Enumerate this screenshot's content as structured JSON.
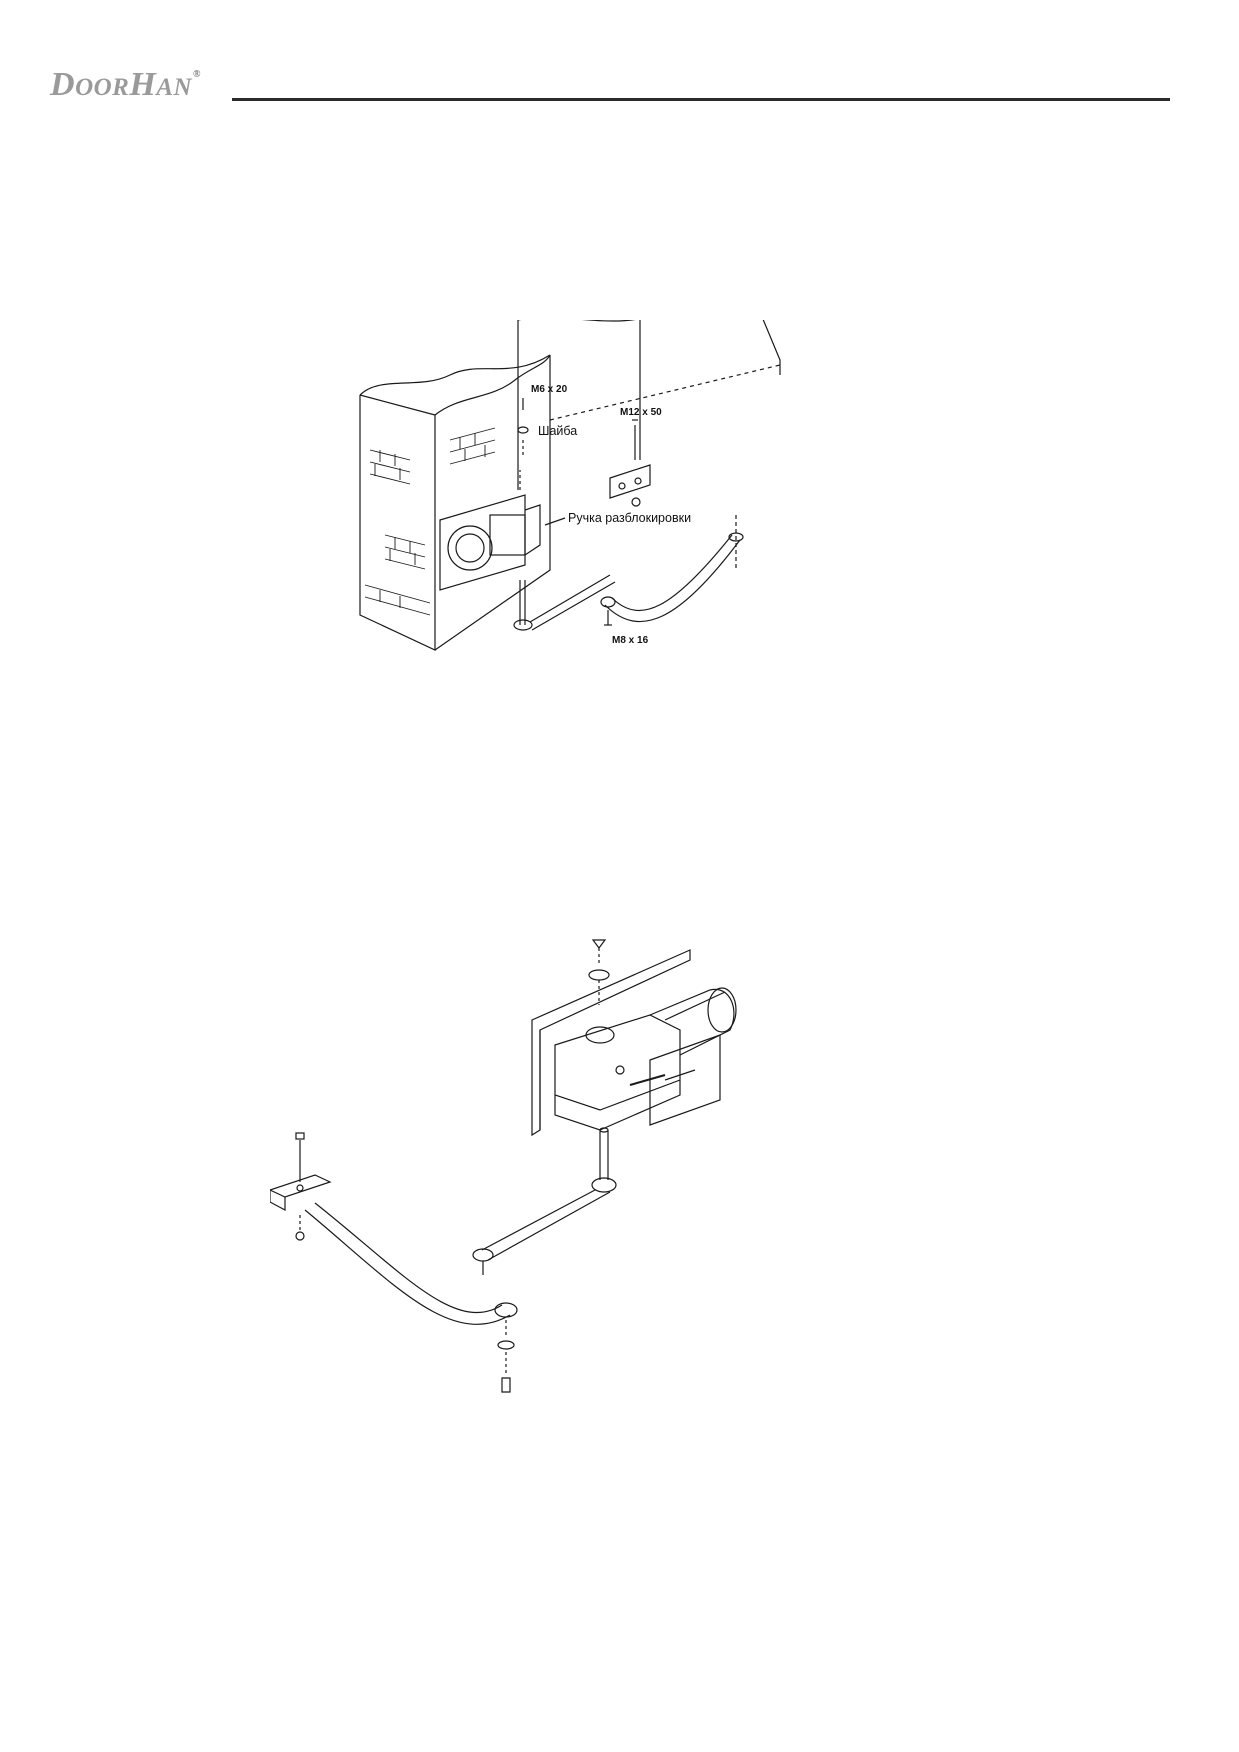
{
  "header": {
    "logo_line1_a": "D",
    "logo_line1_b": "OOR",
    "logo_line1_c": "H",
    "logo_line1_d": "AN",
    "logo_reg": "®"
  },
  "figure1": {
    "label_m6x20": "M6 x 20",
    "label_washer": "Шайба",
    "label_m12x50": "M12 x 50",
    "label_release": "Ручка разблокировки",
    "label_m8x16": "M8 x 16"
  },
  "colors": {
    "line": "#1a1a1a",
    "logo": "#9a9a9a",
    "rule": "#2b2b2b"
  }
}
